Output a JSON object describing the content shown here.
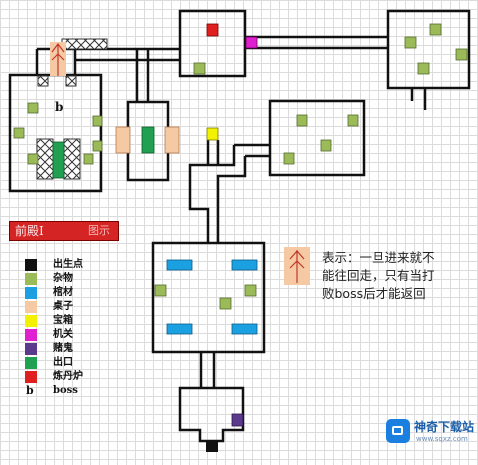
{
  "floor_label": {
    "main": "前殿Ⅰ",
    "sub": "图示"
  },
  "boss_marker": "b",
  "legend": [
    {
      "key": "spawn",
      "label": "出生点",
      "color": "#111111"
    },
    {
      "key": "debris",
      "label": "杂物",
      "color": "#9bbb59"
    },
    {
      "key": "coffin",
      "label": "棺材",
      "color": "#1ba1e2"
    },
    {
      "key": "table",
      "label": "桌子",
      "color": "#f5c9a3"
    },
    {
      "key": "chest",
      "label": "宝箱",
      "color": "#f2f200"
    },
    {
      "key": "mechanism",
      "label": "机关",
      "color": "#e020d0"
    },
    {
      "key": "gambler",
      "label": "赌鬼",
      "color": "#5b3a8c"
    },
    {
      "key": "exit",
      "label": "出口",
      "color": "#20a050"
    },
    {
      "key": "furnace",
      "label": "炼丹炉",
      "color": "#e02020"
    },
    {
      "key": "boss",
      "label": "boss",
      "marker": "b"
    }
  ],
  "note": {
    "lines": [
      "表示：一旦进来就不",
      "能往回走，只有当打",
      "败boss后才能返回"
    ]
  },
  "site_logo": {
    "name": "神奇下载站",
    "url": "www.sqxz.com"
  }
}
